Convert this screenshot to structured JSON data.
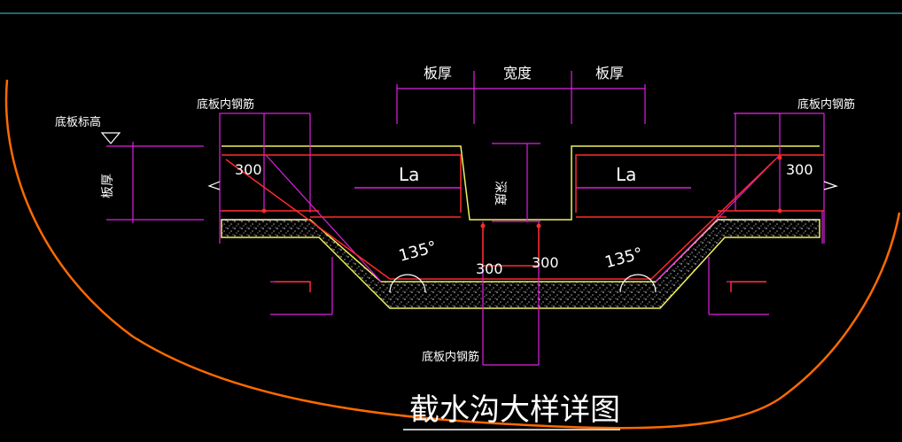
{
  "drawing": {
    "title": "截水沟大样详图",
    "labels": {
      "slab_elevation": "底板标高",
      "slab_thickness_left": "板厚",
      "inner_rebar_top_left": "底板内钢筋",
      "inner_rebar_top_right": "底板内钢筋",
      "inner_rebar_bottom": "底板内钢筋",
      "dim_slab_thickness_1": "板厚",
      "dim_width": "宽度",
      "dim_slab_thickness_2": "板厚",
      "dim_depth": "深度",
      "la_left": "La",
      "la_right": "La",
      "angle_left": "135°",
      "angle_right": "135°",
      "dim_300_left": "300",
      "dim_300_right": "300",
      "dim_300_center_left": "300",
      "dim_300_center_right": "300"
    },
    "colors": {
      "background": "#000000",
      "rebar_red": "#ff2a2a",
      "dimension_magenta": "#e020e0",
      "outline_yellow": "#f0f060",
      "concrete_white": "#ffffff",
      "boundary_orange": "#ff6a00",
      "top_line_cyan": "#40d0d0"
    }
  }
}
